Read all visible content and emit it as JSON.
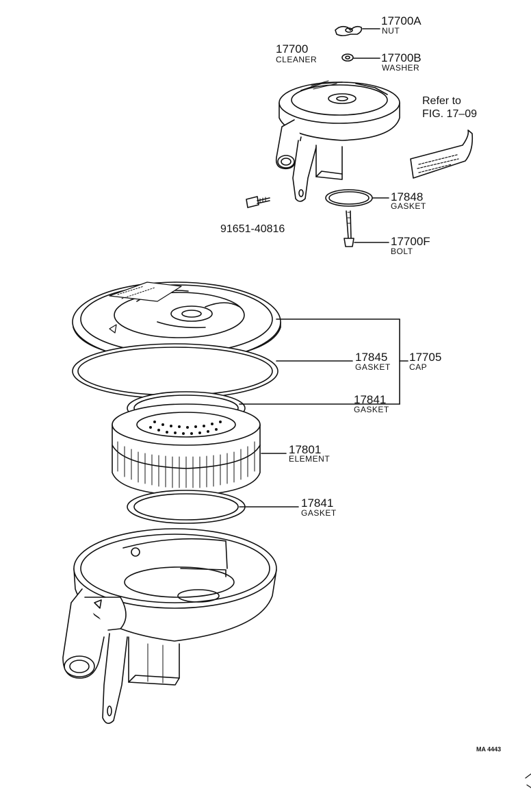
{
  "parts": {
    "nut": {
      "number": "17700A",
      "name": "NUT"
    },
    "washer": {
      "number": "17700B",
      "name": "WASHER"
    },
    "cleaner": {
      "number": "17700",
      "name": "CLEANER"
    },
    "gasket_top": {
      "number": "17848",
      "name": "GASKET"
    },
    "bolt_small": {
      "number": "91651-40816"
    },
    "bolt": {
      "number": "17700F",
      "name": "BOLT"
    },
    "cap_gasket": {
      "number": "17845",
      "name": "GASKET"
    },
    "cap": {
      "number": "17705",
      "name": "CAP"
    },
    "gasket_upper": {
      "number": "17841",
      "name": "GASKET"
    },
    "element": {
      "number": "17801",
      "name": "ELEMENT"
    },
    "gasket_lower": {
      "number": "17841",
      "name": "GASKET"
    }
  },
  "reference": {
    "line1": "Refer to",
    "line2": "FIG. 17–09"
  },
  "figure_code": "MA 4443"
}
